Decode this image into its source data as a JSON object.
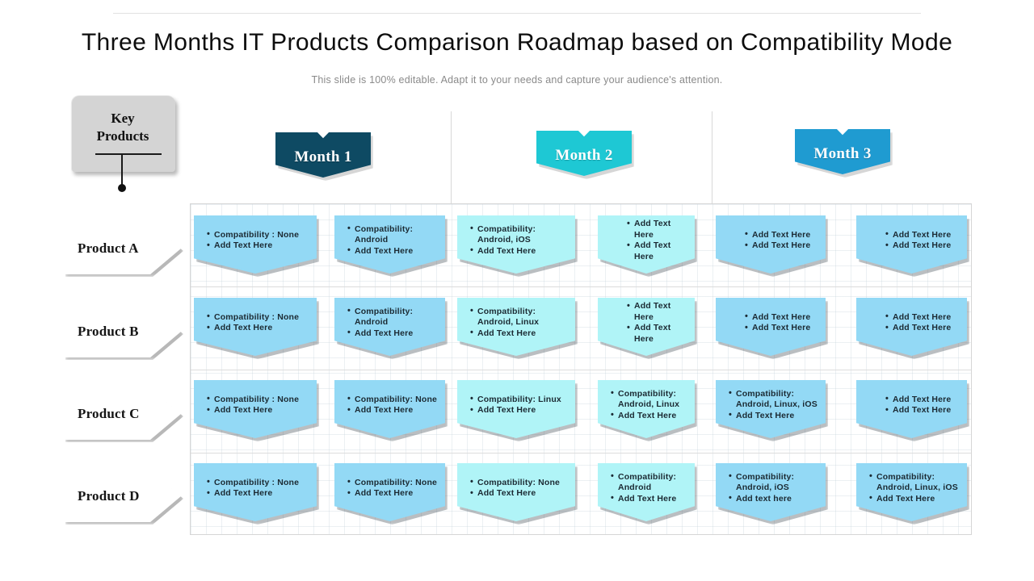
{
  "slide": {
    "title": "Three Months IT Products Comparison Roadmap based on Compatibility Mode",
    "subtitle": "This slide is 100% editable. Adapt it to your needs and capture your audience's attention."
  },
  "key_products": {
    "line1": "Key",
    "line2": "Products"
  },
  "colors": {
    "month1": "#0e4a63",
    "month2": "#1ec8d4",
    "month3": "#1f9bd1",
    "cell_blue": "#93d9f5",
    "cell_cyan": "#b0f4f7",
    "grid_line": "#d6d6d6",
    "key_box": "#d4d4d4",
    "title_text": "#0d0d0d",
    "subtitle_text": "#8a8a8a"
  },
  "months": [
    {
      "label": "Month 1",
      "color": "#0e4a63"
    },
    {
      "label": "Month 2",
      "color": "#1ec8d4"
    },
    {
      "label": "Month 3",
      "color": "#1f9bd1"
    }
  ],
  "products": [
    {
      "label": "Product A"
    },
    {
      "label": "Product B"
    },
    {
      "label": "Product C"
    },
    {
      "label": "Product D"
    }
  ],
  "cells": {
    "r0c0": {
      "align": "left",
      "tone": "blue",
      "items": [
        "Compatibility :  None",
        "Add Text Here"
      ]
    },
    "r0c1": {
      "align": "left",
      "tone": "blue",
      "items": [
        "Compatibility: Android",
        "Add Text Here"
      ]
    },
    "r0c2": {
      "align": "left",
      "tone": "cyan",
      "items": [
        "Compatibility: Android, iOS",
        "Add Text Here"
      ]
    },
    "r0c3": {
      "align": "center",
      "tone": "cyan",
      "items": [
        "Add Text Here",
        "Add Text Here"
      ]
    },
    "r0c4": {
      "align": "center",
      "tone": "blue",
      "items": [
        "Add Text Here",
        "Add Text Here"
      ]
    },
    "r0c5": {
      "align": "center",
      "tone": "blue",
      "items": [
        "Add Text Here",
        "Add Text Here"
      ]
    },
    "r1c0": {
      "align": "left",
      "tone": "blue",
      "items": [
        "Compatibility :  None",
        "Add Text Here"
      ]
    },
    "r1c1": {
      "align": "left",
      "tone": "blue",
      "items": [
        "Compatibility: Android",
        "Add Text Here"
      ]
    },
    "r1c2": {
      "align": "left",
      "tone": "cyan",
      "items": [
        "Compatibility: Android, Linux",
        "Add Text Here"
      ]
    },
    "r1c3": {
      "align": "center",
      "tone": "cyan",
      "items": [
        "Add Text Here",
        "Add Text Here"
      ]
    },
    "r1c4": {
      "align": "center",
      "tone": "blue",
      "items": [
        "Add Text Here",
        "Add Text Here"
      ]
    },
    "r1c5": {
      "align": "center",
      "tone": "blue",
      "items": [
        "Add Text Here",
        "Add Text Here"
      ]
    },
    "r2c0": {
      "align": "left",
      "tone": "blue",
      "items": [
        "Compatibility :  None",
        "Add Text Here"
      ]
    },
    "r2c1": {
      "align": "left",
      "tone": "blue",
      "items": [
        "Compatibility: None",
        "Add Text Here"
      ]
    },
    "r2c2": {
      "align": "left",
      "tone": "cyan",
      "items": [
        "Compatibility: Linux",
        "Add Text Here"
      ]
    },
    "r2c3": {
      "align": "left",
      "tone": "cyan",
      "items": [
        "Compatibility: Android, Linux",
        "Add Text Here"
      ]
    },
    "r2c4": {
      "align": "left",
      "tone": "blue",
      "items": [
        "Compatibility: Android, Linux, iOS",
        "Add Text Here"
      ]
    },
    "r2c5": {
      "align": "center",
      "tone": "blue",
      "items": [
        "Add Text Here",
        "Add Text Here"
      ]
    },
    "r3c0": {
      "align": "left",
      "tone": "blue",
      "items": [
        "Compatibility :  None",
        "Add Text Here"
      ]
    },
    "r3c1": {
      "align": "left",
      "tone": "blue",
      "items": [
        "Compatibility: None",
        "Add Text Here"
      ]
    },
    "r3c2": {
      "align": "left",
      "tone": "cyan",
      "items": [
        "Compatibility: None",
        "Add Text Here"
      ]
    },
    "r3c3": {
      "align": "left",
      "tone": "cyan",
      "items": [
        "Compatibility: Android",
        "Add Text Here"
      ]
    },
    "r3c4": {
      "align": "left",
      "tone": "blue",
      "items": [
        "Compatibility: Android, iOS",
        "Add text here"
      ]
    },
    "r3c5": {
      "align": "left",
      "tone": "blue",
      "items": [
        "Compatibility: Android, Linux, iOS",
        "Add Text Here"
      ]
    }
  }
}
